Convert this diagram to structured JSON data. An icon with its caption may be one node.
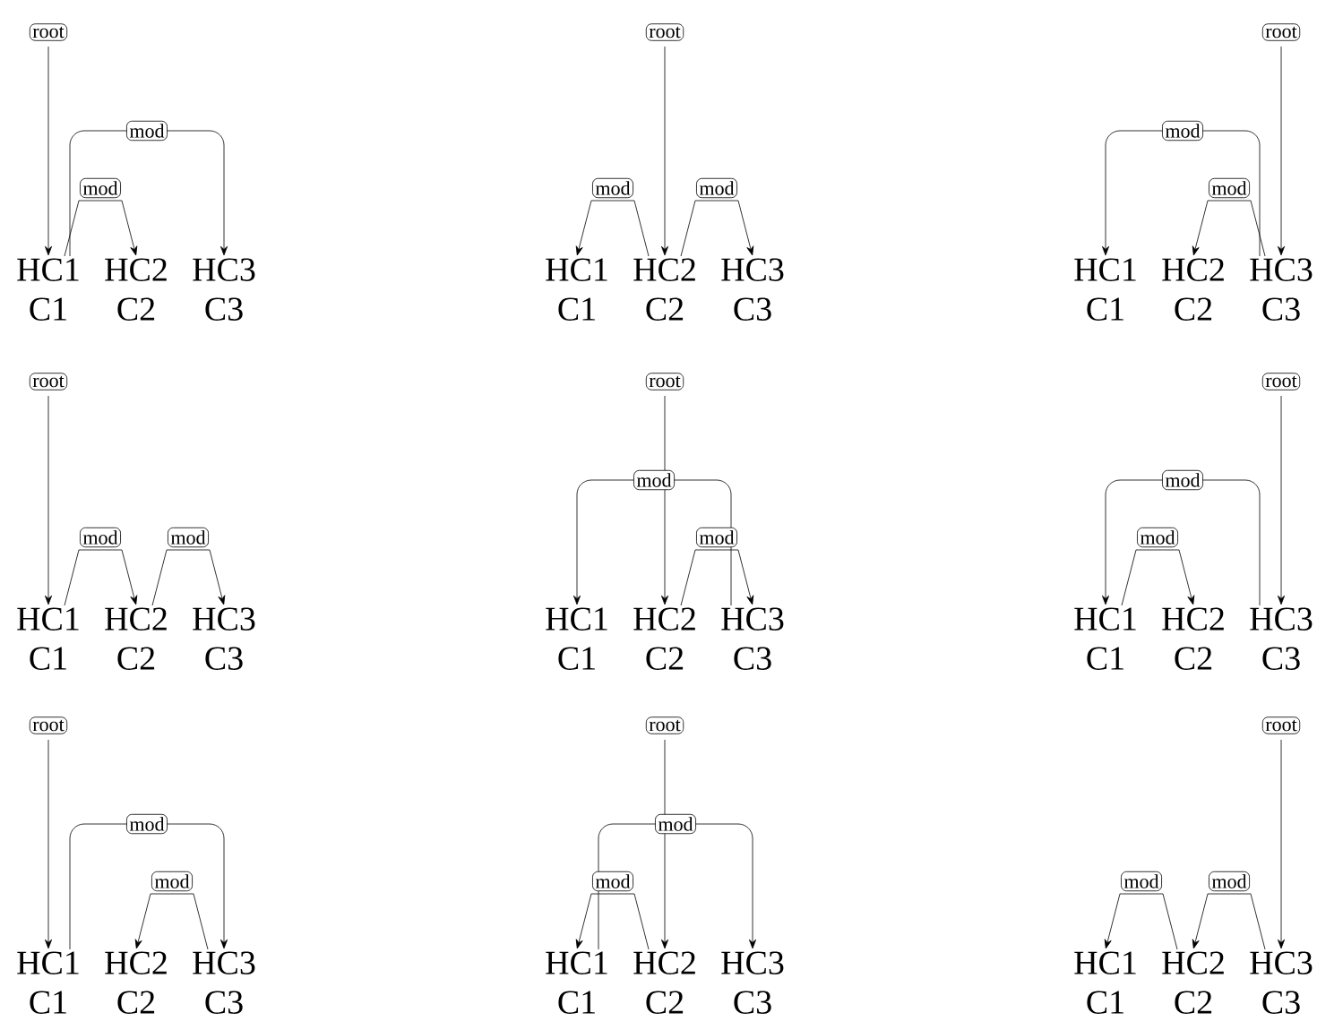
{
  "diagram": {
    "nodes": [
      {
        "text": [
          "HC1",
          "C1"
        ]
      },
      {
        "text": [
          "HC2",
          "C2"
        ]
      },
      {
        "text": [
          "HC3",
          "C3"
        ]
      },
      {
        "text": [
          "HC1",
          "C1"
        ]
      },
      {
        "text": [
          "HC2",
          "C2"
        ]
      },
      {
        "text": [
          "HC3",
          "C3"
        ]
      },
      {
        "text": [
          "HC1",
          "C1"
        ]
      },
      {
        "text": [
          "HC2",
          "C2"
        ]
      },
      {
        "text": [
          "HC3",
          "C3"
        ]
      },
      {
        "text": [
          "HC1",
          "C1"
        ]
      },
      {
        "text": [
          "HC2",
          "C2"
        ]
      },
      {
        "text": [
          "HC3",
          "C3"
        ]
      },
      {
        "text": [
          "HC1",
          "C1"
        ]
      },
      {
        "text": [
          "HC2",
          "C2"
        ]
      },
      {
        "text": [
          "HC3",
          "C3"
        ]
      },
      {
        "text": [
          "HC1",
          "C1"
        ]
      },
      {
        "text": [
          "HC2",
          "C2"
        ]
      },
      {
        "text": [
          "HC3",
          "C3"
        ]
      },
      {
        "text": [
          "HC1",
          "C1"
        ]
      },
      {
        "text": [
          "HC2",
          "C2"
        ]
      },
      {
        "text": [
          "HC3",
          "C3"
        ]
      },
      {
        "text": [
          "HC1",
          "C1"
        ]
      },
      {
        "text": [
          "HC2",
          "C2"
        ]
      },
      {
        "text": [
          "HC3",
          "C3"
        ]
      },
      {
        "text": [
          "HC1",
          "C1"
        ]
      },
      {
        "text": [
          "HC2",
          "C2"
        ]
      },
      {
        "text": [
          "HC3",
          "C3"
        ]
      }
    ],
    "edges": [
      {
        "from": null,
        "to": 0,
        "arrow": "to",
        "label": "root"
      },
      {
        "from": 0,
        "to": 2,
        "arrow": "to",
        "label": "mod"
      },
      {
        "from": 0,
        "to": 1,
        "arrow": "to",
        "label": "mod"
      },
      {
        "from": null,
        "to": 4,
        "arrow": "to",
        "label": "root"
      },
      {
        "from": 4,
        "to": 3,
        "arrow": "to",
        "label": "mod"
      },
      {
        "from": 4,
        "to": 5,
        "arrow": "to",
        "label": "mod"
      },
      {
        "from": null,
        "to": 8,
        "arrow": "to",
        "label": "root"
      },
      {
        "from": 8,
        "to": 6,
        "arrow": "to",
        "label": "mod"
      },
      {
        "from": 8,
        "to": 7,
        "arrow": "to",
        "label": "mod"
      },
      {
        "from": null,
        "to": 9,
        "arrow": "to",
        "label": "root"
      },
      {
        "from": 9,
        "to": 10,
        "arrow": "to",
        "label": "mod"
      },
      {
        "from": 10,
        "to": 11,
        "arrow": "to",
        "label": "mod"
      },
      {
        "from": null,
        "to": 13,
        "arrow": "to",
        "label": "root"
      },
      {
        "from": 14,
        "to": 12,
        "arrow": "to",
        "label": "mod"
      },
      {
        "from": 13,
        "to": 14,
        "arrow": "to",
        "label": "mod"
      },
      {
        "from": null,
        "to": 17,
        "arrow": "to",
        "label": "root"
      },
      {
        "from": 17,
        "to": 15,
        "arrow": "to",
        "label": "mod"
      },
      {
        "from": 15,
        "to": 16,
        "arrow": "to",
        "label": "mod"
      },
      {
        "from": null,
        "to": 18,
        "arrow": "to",
        "label": "root"
      },
      {
        "from": 18,
        "to": 20,
        "arrow": "to",
        "label": "mod"
      },
      {
        "from": 20,
        "to": 19,
        "arrow": "to",
        "label": "mod"
      },
      {
        "from": null,
        "to": 22,
        "arrow": "to",
        "label": "root"
      },
      {
        "from": 21,
        "to": 23,
        "arrow": "to",
        "label": "mod"
      },
      {
        "from": 22,
        "to": 21,
        "arrow": "to",
        "label": "mod"
      },
      {
        "from": null,
        "to": 26,
        "arrow": "to",
        "label": "root"
      },
      {
        "from": 25,
        "to": 24,
        "arrow": "to",
        "label": "mod"
      },
      {
        "from": 26,
        "to": 25,
        "arrow": "to",
        "label": "mod"
      }
    ]
  }
}
